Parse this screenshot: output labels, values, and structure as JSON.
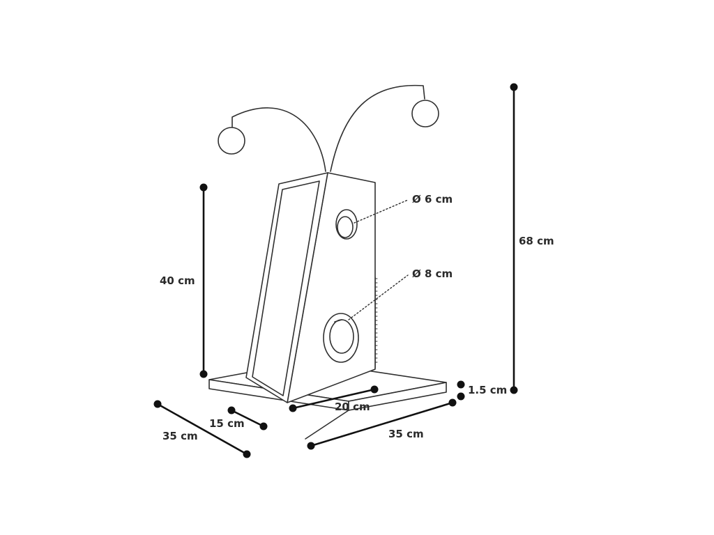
{
  "product": {
    "colors": {
      "stroke": "#2f2f2f",
      "dot": "#111111",
      "fill": "#ffffff"
    }
  },
  "dimensions": {
    "total_height": "68 cm",
    "tower_height": "40 cm",
    "base_thickness": "1.5 cm",
    "tower_width": "20 cm",
    "base_width": "35 cm",
    "tower_depth": "15 cm",
    "base_depth": "35 cm",
    "hole_small": "Ø 6 cm",
    "hole_large": "Ø 8 cm"
  }
}
